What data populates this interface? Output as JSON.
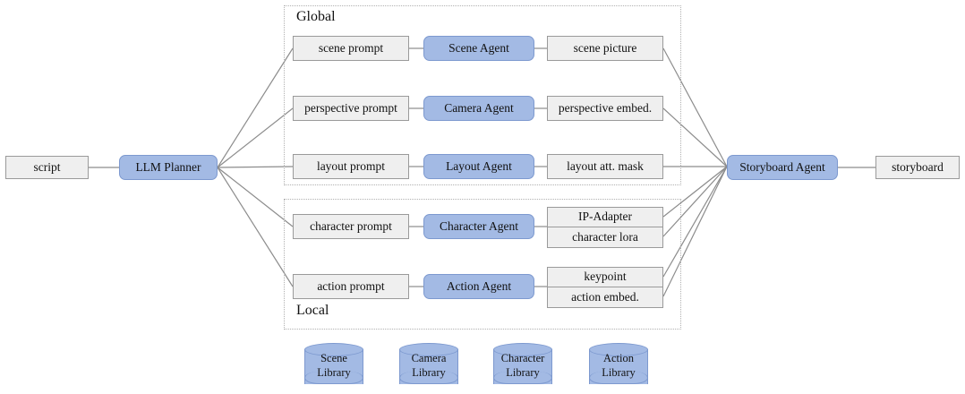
{
  "diagram": {
    "title_present": false,
    "colors": {
      "agent_fill": "#a3bae4",
      "agent_stroke": "#7d99cf",
      "data_fill": "#efefef",
      "data_stroke": "#9a9a9a",
      "wire": "#8c8c8c",
      "frame": "#b0b0b0",
      "text": "#111111"
    },
    "input": {
      "label": "script"
    },
    "planner": {
      "label": "LLM Planner"
    },
    "groups": [
      {
        "key": "global",
        "label": "Global"
      },
      {
        "key": "local",
        "label": "Local"
      }
    ],
    "rows": [
      {
        "group": "global",
        "prompt": "scene prompt",
        "agent": "Scene Agent",
        "outputs": [
          "scene picture"
        ]
      },
      {
        "group": "global",
        "prompt": "perspective prompt",
        "agent": "Camera Agent",
        "outputs": [
          "perspective embed."
        ]
      },
      {
        "group": "global",
        "prompt": "layout prompt",
        "agent": "Layout Agent",
        "outputs": [
          "layout att. mask"
        ]
      },
      {
        "group": "local",
        "prompt": "character prompt",
        "agent": "Character Agent",
        "outputs": [
          "IP-Adapter",
          "character lora"
        ]
      },
      {
        "group": "local",
        "prompt": "action prompt",
        "agent": "Action Agent",
        "outputs": [
          "keypoint",
          "action embed."
        ]
      }
    ],
    "aggregator": {
      "label": "Storyboard Agent"
    },
    "output": {
      "label": "storyboard"
    },
    "libraries": [
      {
        "line1": "Scene",
        "line2": "Library"
      },
      {
        "line1": "Camera",
        "line2": "Library"
      },
      {
        "line1": "Character",
        "line2": "Library"
      },
      {
        "line1": "Action",
        "line2": "Library"
      }
    ]
  }
}
